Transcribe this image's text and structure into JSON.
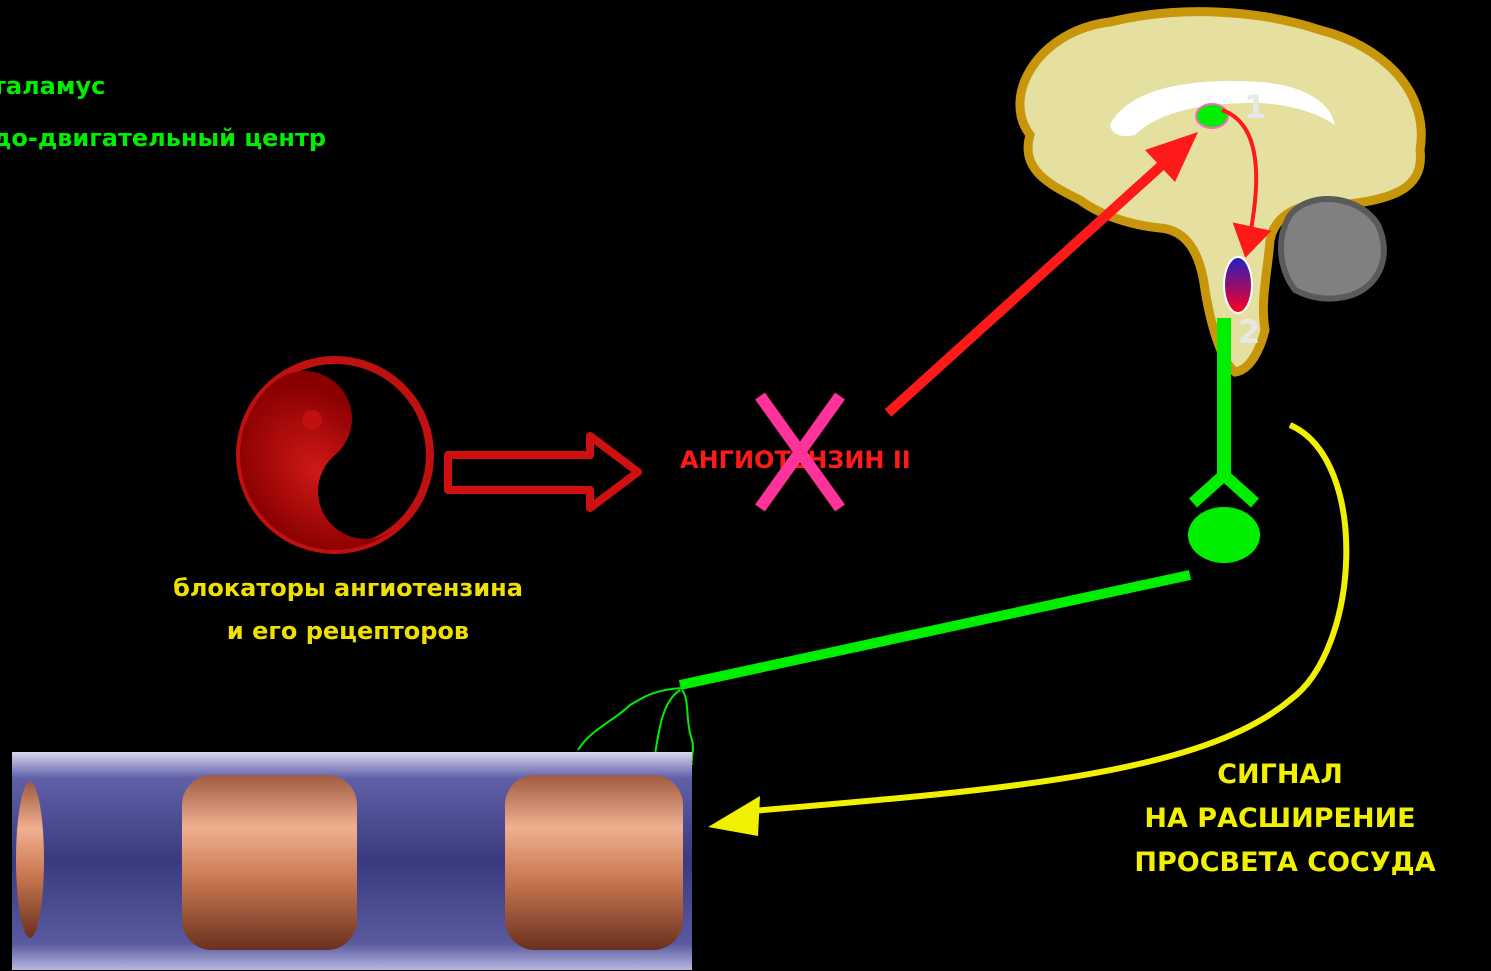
{
  "labels": {
    "hypothalamus_line1": "таламус",
    "hypothalamus_line2": "до-двигательный центр",
    "blockers_line1": "блокаторы ангиотензина",
    "blockers_line2": "и его рецепторов",
    "angiotensin": "АНГИОТЕНЗИН  II",
    "signal_line1": "СИГНАЛ",
    "signal_line2": "НА  РАСШИРЕНИЕ",
    "signal_line3": "ПРОСВЕТА  СОСУДА",
    "brain_point_1": "1",
    "brain_point_2": "2"
  },
  "colors": {
    "background": "#000000",
    "green": "#00ee00",
    "yellow": "#f0e000",
    "red": "#ff1a1a",
    "cross": "#ff3399",
    "brain": "#e6e0a0",
    "brain_outline": "#c8960a",
    "cerebellum": "#808080"
  },
  "icons": {
    "drug": "yin-yang-icon",
    "block": "cross-icon"
  }
}
